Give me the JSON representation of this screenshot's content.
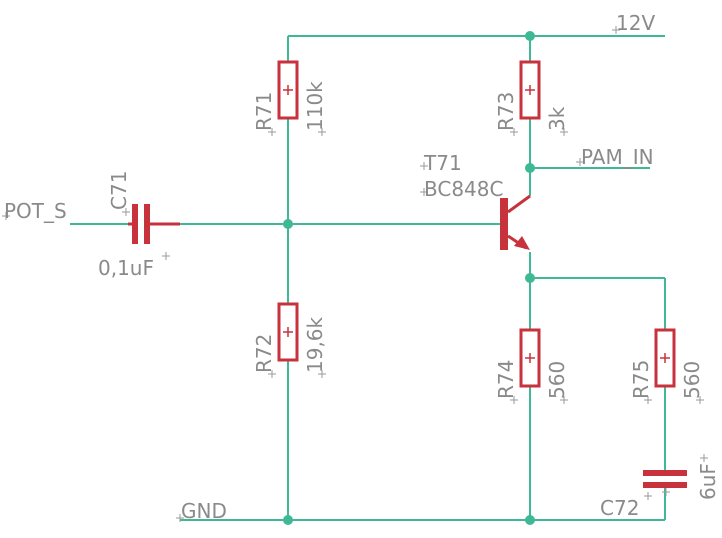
{
  "schematic": {
    "nets": {
      "supply": "12V",
      "ground": "GND",
      "input": "POT_S",
      "output": "PAM_IN"
    },
    "parts": {
      "r71": {
        "name": "R71",
        "value": "110k"
      },
      "r72": {
        "name": "R72",
        "value": "19,6k"
      },
      "r73": {
        "name": "R73",
        "value": "3k"
      },
      "r74": {
        "name": "R74",
        "value": "560"
      },
      "r75": {
        "name": "R75",
        "value": "560"
      },
      "c71": {
        "name": "C71",
        "value": "0,1uF"
      },
      "c72": {
        "name": "C72",
        "value": "6uF"
      },
      "t71": {
        "name": "T71",
        "value": "BC848C"
      }
    }
  },
  "colors": {
    "wire": "#3fb896",
    "component": "#c8323c",
    "label": "#8a8a8a"
  }
}
